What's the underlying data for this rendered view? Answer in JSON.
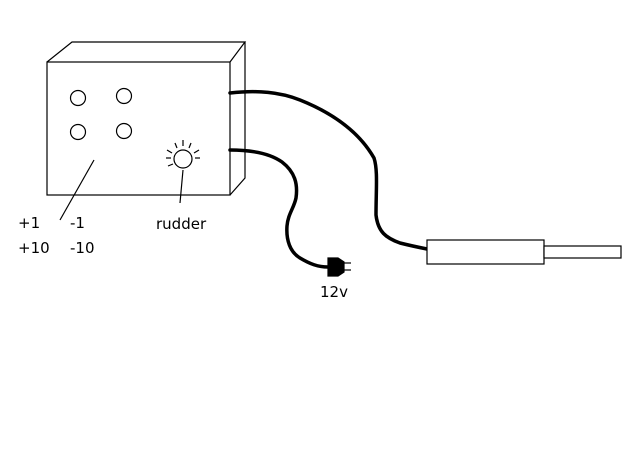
{
  "button_labels": {
    "row1_plus": "+1",
    "row1_minus": "-1",
    "row2_plus": "+10",
    "row2_minus": "-10"
  },
  "rudder_label": "rudder",
  "power_label": "12v",
  "colors": {
    "line": "#000000",
    "background": "#ffffff"
  }
}
